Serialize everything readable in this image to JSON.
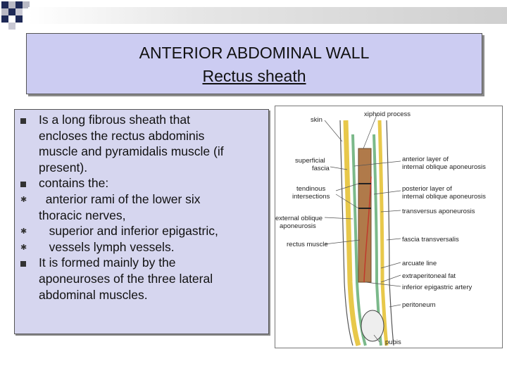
{
  "title": {
    "line1": "ANTERIOR ABDOMINAL WALL",
    "line2": "Rectus sheath"
  },
  "colors": {
    "title_bg": "#ccccf2",
    "text_bg": "#d6d6ef",
    "checker": "#1f2a57"
  },
  "text_lines": [
    {
      "text": "Is a long fibrous sheath that",
      "bullet": "square"
    },
    {
      "text": "encloses the rectus abdominis",
      "bullet": ""
    },
    {
      "text": "muscle and pyramidalis muscle (if",
      "bullet": ""
    },
    {
      "text": "present).",
      "bullet": ""
    },
    {
      "text": "contains the:",
      "bullet": "square"
    },
    {
      "text": "  anterior rami of the lower six",
      "bullet": "star"
    },
    {
      "text": "thoracic nerves,",
      "bullet": ""
    },
    {
      "text": "   superior and inferior epigastric,",
      "bullet": "star"
    },
    {
      "text": "   vessels lymph vessels.",
      "bullet": "star"
    },
    {
      "text": "It is formed mainly by the",
      "bullet": "square"
    },
    {
      "text": "aponeuroses of the three lateral",
      "bullet": ""
    },
    {
      "text": "abdominal muscles.",
      "bullet": ""
    }
  ],
  "diagram": {
    "labels_left": {
      "skin": "skin",
      "superficial1": "superficial",
      "superficial2": "fascia",
      "tendinous1": "tendinous",
      "tendinous2": "intersections",
      "external1": "external oblique",
      "external2": "aponeurosis",
      "rectus": "rectus muscle"
    },
    "labels_right": {
      "xiphoid": "xiphoid process",
      "anterior1": "anterior layer of",
      "anterior2": "internal oblique aponeurosis",
      "posterior1": "posterior layer of",
      "posterior2": "internal oblique aponeurosis",
      "transversus": "transversus aponeurosis",
      "fascia": "fascia transversalis",
      "arcuate": "arcuate line",
      "extraperitoneal": "extraperitoneal fat",
      "inferior": "inferior epigastric artery",
      "peritoneum": "peritoneum",
      "pubis": "pubis"
    }
  }
}
